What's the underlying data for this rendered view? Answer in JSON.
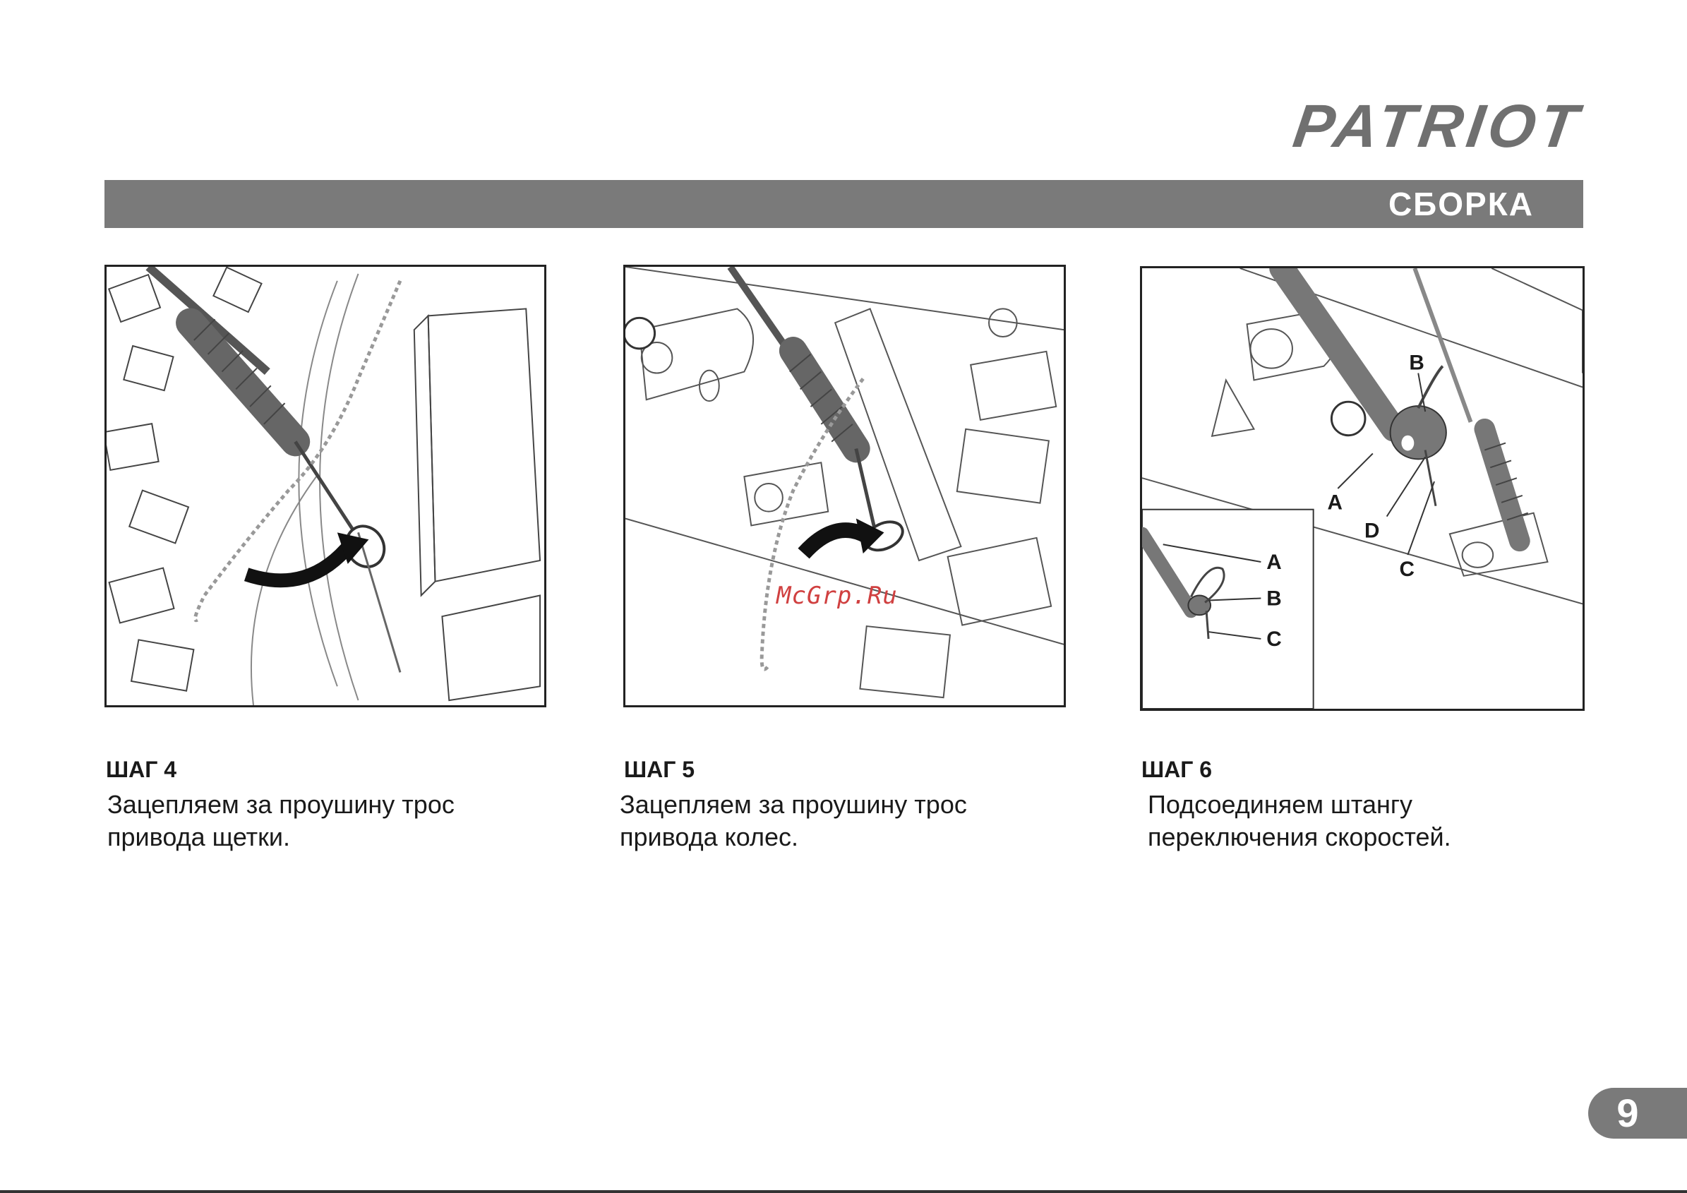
{
  "brand": {
    "logo_text": "PATRIOT"
  },
  "section": {
    "title": "СБОРКА"
  },
  "steps": [
    {
      "title": "ШАГ 4",
      "text": "Зацепляем за проушину трос\nпривода щетки."
    },
    {
      "title": "ШАГ 5",
      "text": "Зацепляем за проушину трос\nпривода колес."
    },
    {
      "title": "ШАГ 6",
      "text": "Подсоединяем штангу\nпереключения скоростей."
    }
  ],
  "figure3": {
    "callouts_main": [
      "A",
      "B",
      "C",
      "D"
    ],
    "callouts_inset": [
      "A",
      "B",
      "C"
    ]
  },
  "watermark": "McGrp.Ru",
  "page": {
    "number": "9"
  },
  "colors": {
    "bar": "#7a7a7a",
    "logo": "#707070",
    "watermark": "#d04040"
  }
}
